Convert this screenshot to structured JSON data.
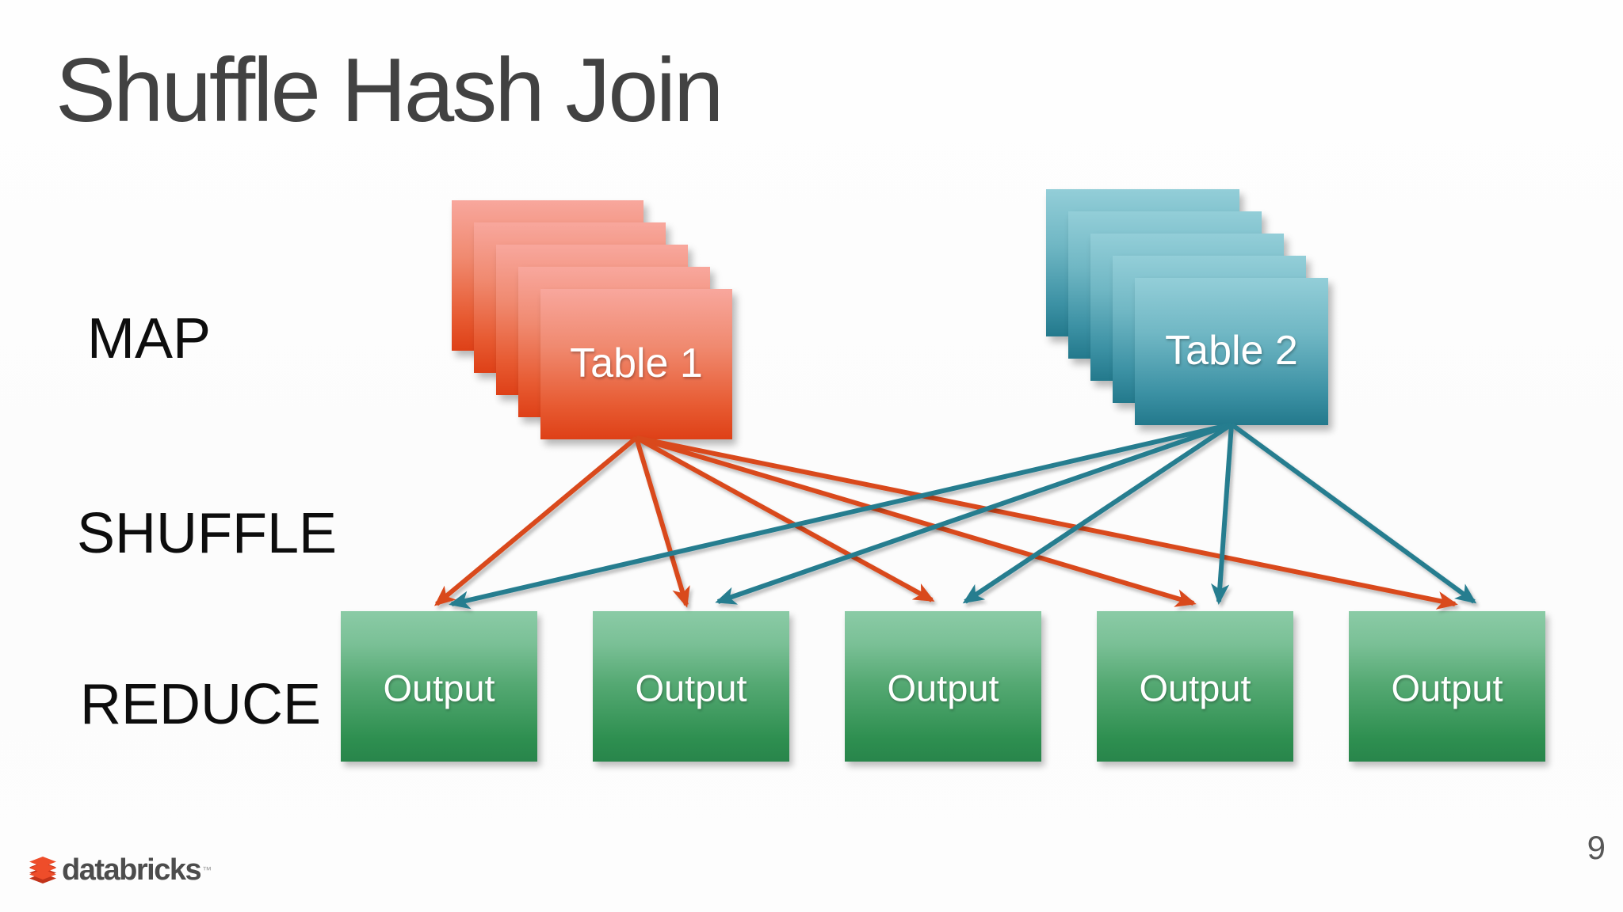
{
  "slide": {
    "title": "Shuffle Hash Join",
    "page_number": "9"
  },
  "stages": [
    {
      "id": "map",
      "label": "MAP"
    },
    {
      "id": "shuffle",
      "label": "SHUFFLE"
    },
    {
      "id": "reduce",
      "label": "REDUCE"
    }
  ],
  "tables": [
    {
      "id": "table1",
      "label": "Table 1",
      "stack_count": 5,
      "color_top": "#f8a79d",
      "color_bottom": "#de4017"
    },
    {
      "id": "table2",
      "label": "Table 2",
      "stack_count": 5,
      "color_top": "#93ced8",
      "color_bottom": "#23798c"
    }
  ],
  "outputs": [
    "Output",
    "Output",
    "Output",
    "Output",
    "Output"
  ],
  "output_box_colors": {
    "top": "#8bcba6",
    "bottom": "#28854b"
  },
  "arrows": {
    "from_table1": {
      "color": "#d9481b",
      "targets": [
        "output-1",
        "output-2",
        "output-3",
        "output-4",
        "output-5"
      ]
    },
    "from_table2": {
      "color": "#257d8f",
      "targets": [
        "output-1",
        "output-2",
        "output-3",
        "output-4",
        "output-5"
      ]
    }
  },
  "footer": {
    "logo_text": "databricks",
    "trademark": "™"
  }
}
